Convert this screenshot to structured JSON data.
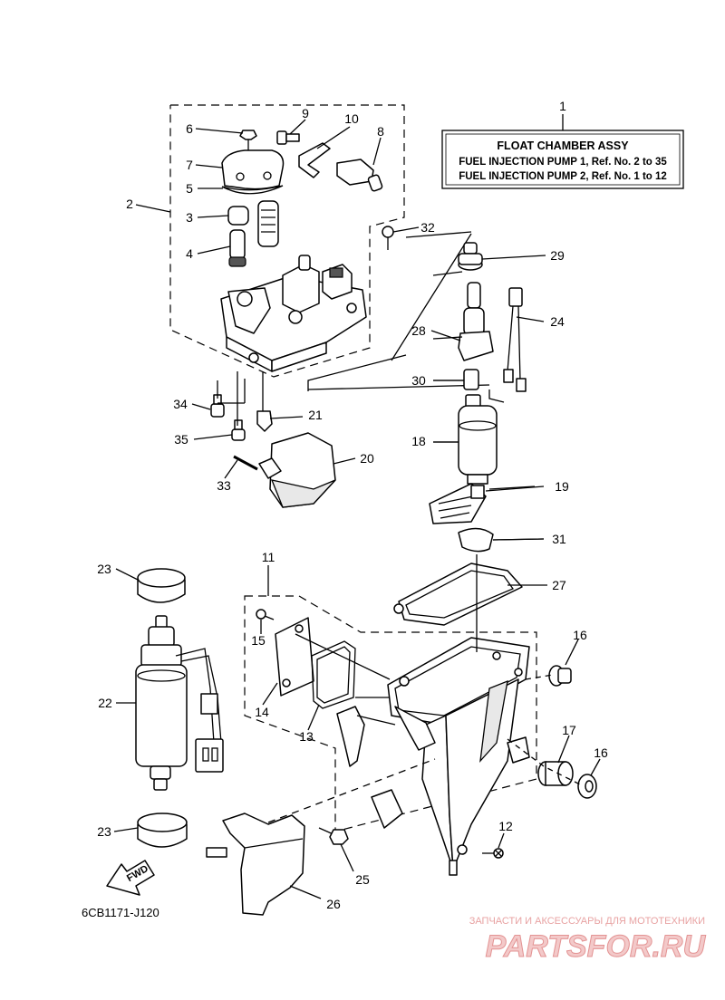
{
  "legend": {
    "title": "FLOAT CHAMBER ASSY",
    "line1": "FUEL INJECTION PUMP 1,  Ref. No. 2 to 35",
    "line2": "FUEL INJECTION PUMP 2,  Ref. No. 1 to 12"
  },
  "callouts": {
    "n1": "1",
    "n2": "2",
    "n3": "3",
    "n4": "4",
    "n5": "5",
    "n6": "6",
    "n7": "7",
    "n8": "8",
    "n9": "9",
    "n10": "10",
    "n11": "11",
    "n12": "12",
    "n13": "13",
    "n14": "14",
    "n15": "15",
    "n16a": "16",
    "n16b": "16",
    "n17": "17",
    "n18": "18",
    "n19": "19",
    "n20": "20",
    "n21": "21",
    "n22": "22",
    "n23a": "23",
    "n23b": "23",
    "n24": "24",
    "n25": "25",
    "n26": "26",
    "n27": "27",
    "n28": "28",
    "n29": "29",
    "n30": "30",
    "n31": "31",
    "n32": "32",
    "n33": "33",
    "n34": "34",
    "n35": "35"
  },
  "fwd_label": "FWD",
  "diagram_code": "6CB1171-J120",
  "watermark": {
    "tagline": "ЗАПЧАСТИ И АКСЕССУАРЫ ДЛЯ МОТОТЕХНИКИ",
    "brand": "PARTSFOR.RU"
  }
}
